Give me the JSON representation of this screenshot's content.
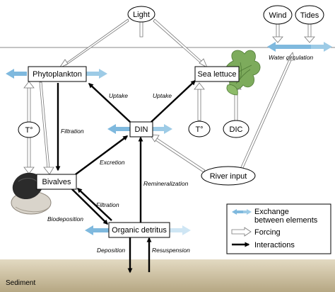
{
  "nodes": {
    "light": "Light",
    "wind": "Wind",
    "tides": "Tides",
    "phytoplankton": "Phytoplankton",
    "sea_lettuce": "Sea lettuce",
    "din": "DIN",
    "bivalves": "Bivalves",
    "organic_detritus": "Organic detritus",
    "river_input": "River input",
    "temp_left": "T°",
    "temp_right": "T°",
    "dic": "DIC"
  },
  "labels": {
    "water_circulation": "Water circulation",
    "uptake_left": "Uptake",
    "uptake_right": "Uptake",
    "filtration_left": "Filtration",
    "excretion": "Excretion",
    "remineralization": "Remineralization",
    "filtration_lower": "Filtration",
    "biodeposition": "Biodeposition",
    "deposition": "Deposition",
    "resuspension": "Resuspension",
    "sediment": "Sediment"
  },
  "legend": {
    "exchange_line1": "Exchange",
    "exchange_line2": "between elements",
    "forcing": "Forcing",
    "interactions": "Interactions"
  },
  "colors": {
    "exchange_arrow": "#9dcbe6",
    "interaction_arrow": "#000000",
    "forcing_arrow": "#ffffff",
    "sediment_top": "#e0d6bd",
    "sediment_bottom": "#b9ab87",
    "sea_lettuce": "#7dab5c",
    "bivalve_shell": "#2b2b2b"
  }
}
